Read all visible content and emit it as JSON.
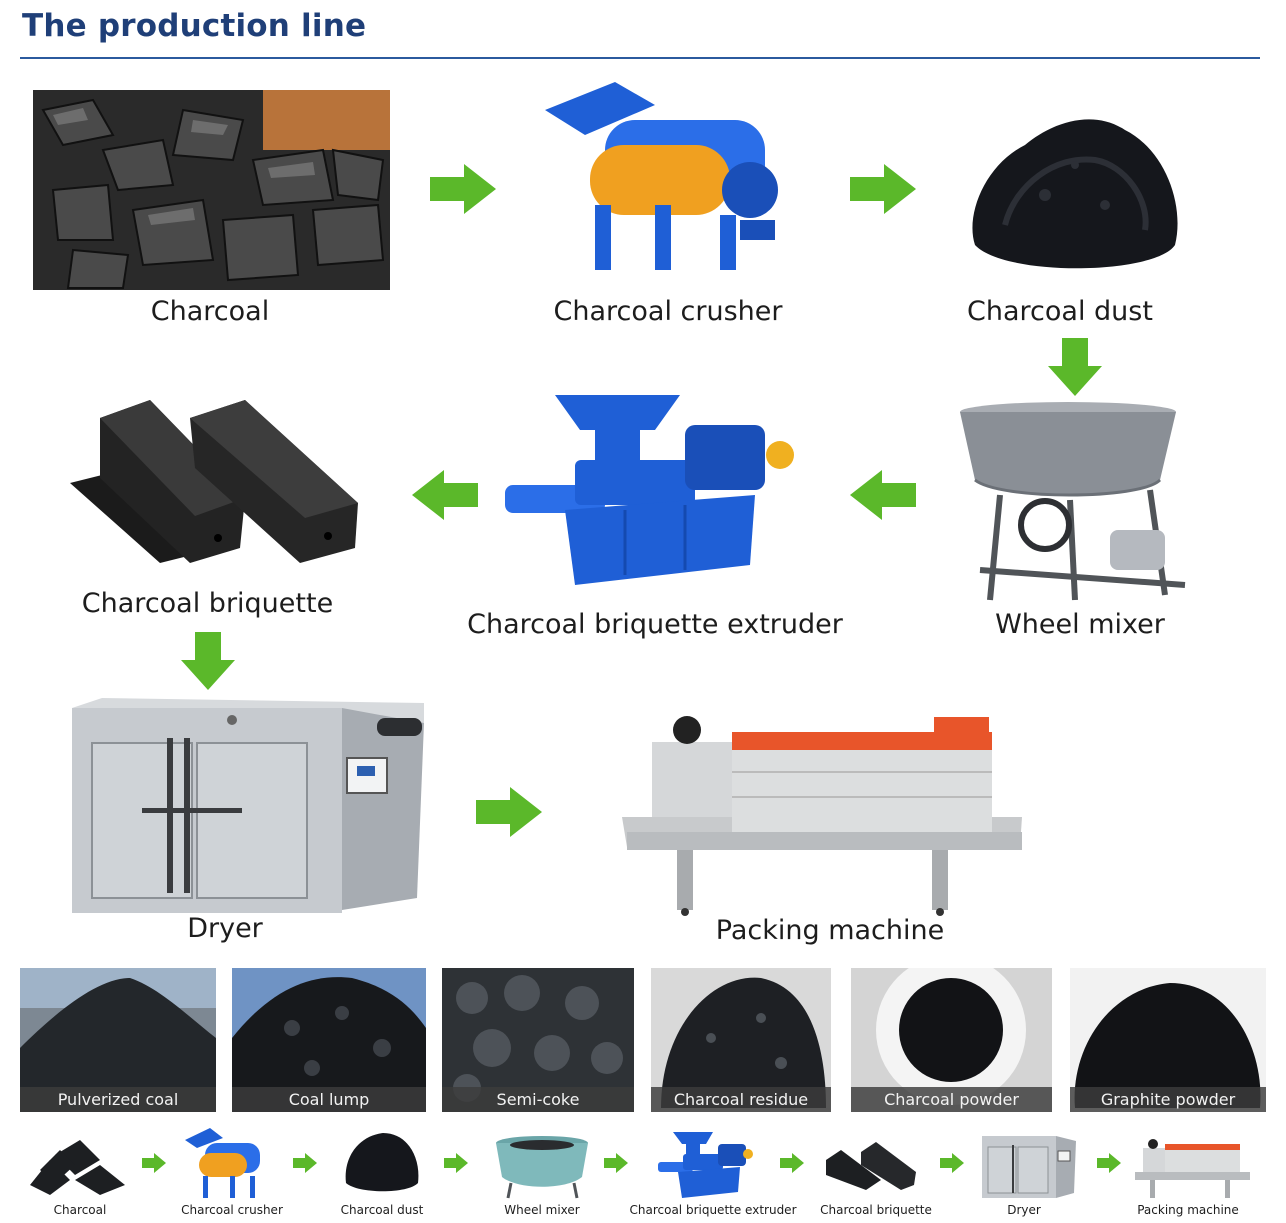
{
  "header": {
    "title": "The production line"
  },
  "process": {
    "steps": [
      {
        "label": "Charcoal"
      },
      {
        "label": "Charcoal crusher"
      },
      {
        "label": "Charcoal dust"
      },
      {
        "label": "Wheel mixer"
      },
      {
        "label": "Charcoal briquette extruder"
      },
      {
        "label": "Charcoal briquette"
      },
      {
        "label": "Dryer"
      },
      {
        "label": "Packing machine"
      }
    ]
  },
  "raw_materials": {
    "items": [
      {
        "label": "Pulverized coal"
      },
      {
        "label": "Coal lump"
      },
      {
        "label": "Semi-coke"
      },
      {
        "label": "Charcoal residue"
      },
      {
        "label": "Charcoal powder"
      },
      {
        "label": "Graphite powder"
      }
    ]
  },
  "summary_flow": {
    "items": [
      {
        "label": "Charcoal"
      },
      {
        "label": "Charcoal crusher"
      },
      {
        "label": "Charcoal dust"
      },
      {
        "label": "Wheel mixer"
      },
      {
        "label": "Charcoal briquette extruder"
      },
      {
        "label": "Charcoal briquette"
      },
      {
        "label": "Dryer"
      },
      {
        "label": "Packing machine"
      }
    ]
  },
  "colors": {
    "title": "#1f3f78",
    "rule": "#2b5a9e",
    "arrow": "#5bb82a",
    "machine_blue": "#1f5fd6",
    "machine_orange": "#f0a020"
  }
}
